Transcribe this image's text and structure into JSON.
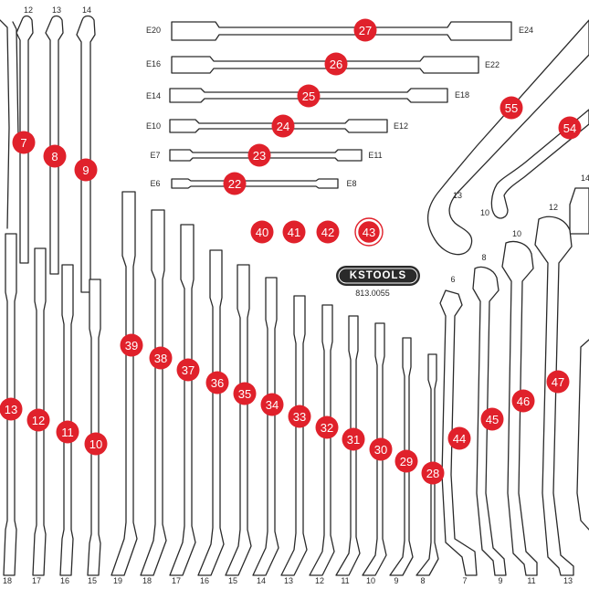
{
  "colors": {
    "badge": "#e0212b",
    "outline": "#2a2a2a",
    "background": "#ffffff"
  },
  "logo": {
    "brand": "KSTOOLS",
    "article_number": "813.0055"
  },
  "badges": [
    {
      "label": "27"
    },
    {
      "label": "26"
    },
    {
      "label": "25"
    },
    {
      "label": "24"
    },
    {
      "label": "23"
    },
    {
      "label": "22"
    },
    {
      "label": "40"
    },
    {
      "label": "41"
    },
    {
      "label": "42"
    },
    {
      "label": "43"
    },
    {
      "label": "55"
    },
    {
      "label": "54"
    },
    {
      "label": "7"
    },
    {
      "label": "8"
    },
    {
      "label": "9"
    },
    {
      "label": "39"
    },
    {
      "label": "38"
    },
    {
      "label": "37"
    },
    {
      "label": "36"
    },
    {
      "label": "35"
    },
    {
      "label": "34"
    },
    {
      "label": "33"
    },
    {
      "label": "32"
    },
    {
      "label": "31"
    },
    {
      "label": "30"
    },
    {
      "label": "29"
    },
    {
      "label": "28"
    },
    {
      "label": "13"
    },
    {
      "label": "12"
    },
    {
      "label": "11"
    },
    {
      "label": "10"
    },
    {
      "label": "44"
    },
    {
      "label": "45"
    },
    {
      "label": "46"
    },
    {
      "label": "47"
    }
  ],
  "torx_wrench_sizes": [
    {
      "left": "E20",
      "right": "E24"
    },
    {
      "left": "E16",
      "right": "E22"
    },
    {
      "left": "E14",
      "right": "E18"
    },
    {
      "left": "E10",
      "right": "E12"
    },
    {
      "left": "E7",
      "right": "E11"
    },
    {
      "left": "E6",
      "right": "E8"
    }
  ],
  "size_labels": [
    {
      "text": "12"
    },
    {
      "text": "13"
    },
    {
      "text": "14"
    },
    {
      "text": "13"
    },
    {
      "text": "10"
    },
    {
      "text": "14"
    },
    {
      "text": "6"
    },
    {
      "text": "8"
    },
    {
      "text": "10"
    },
    {
      "text": "12"
    },
    {
      "text": "18"
    },
    {
      "text": "17"
    },
    {
      "text": "16"
    },
    {
      "text": "15"
    },
    {
      "text": "19"
    },
    {
      "text": "18"
    },
    {
      "text": "17"
    },
    {
      "text": "16"
    },
    {
      "text": "15"
    },
    {
      "text": "14"
    },
    {
      "text": "13"
    },
    {
      "text": "12"
    },
    {
      "text": "11"
    },
    {
      "text": "10"
    },
    {
      "text": "9"
    },
    {
      "text": "8"
    },
    {
      "text": "7"
    },
    {
      "text": "9"
    },
    {
      "text": "11"
    },
    {
      "text": "13"
    }
  ]
}
